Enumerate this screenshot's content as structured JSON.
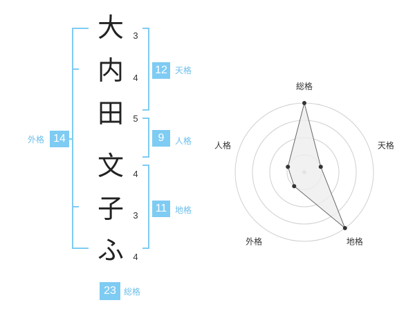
{
  "name_chars": [
    {
      "char": "大",
      "strokes": "3"
    },
    {
      "char": "内",
      "strokes": "4"
    },
    {
      "char": "田",
      "strokes": "5"
    },
    {
      "char": "文",
      "strokes": "4"
    },
    {
      "char": "子",
      "strokes": "3"
    },
    {
      "char": "ふ",
      "strokes": "4"
    }
  ],
  "kakusu": {
    "tenkaku": {
      "value": "12",
      "label": "天格"
    },
    "jinkaku": {
      "value": "9",
      "label": "人格"
    },
    "chikaku": {
      "value": "11",
      "label": "地格"
    },
    "gaikaku": {
      "value": "14",
      "label": "外格"
    },
    "soukaku": {
      "value": "23",
      "label": "総格"
    }
  },
  "colors": {
    "accent": "#7ecbf3",
    "label": "#6dbfea",
    "ring": "#cfcfcf",
    "polygon_fill": "#eeeeee",
    "polygon_stroke": "#666666",
    "point": "#333333",
    "center": "#bbbbbb"
  },
  "chart_data": {
    "type": "radar",
    "axes": [
      "総格",
      "天格",
      "地格",
      "外格",
      "人格"
    ],
    "values": [
      4,
      1,
      4,
      1,
      1
    ],
    "max": 4,
    "rings": 4
  }
}
